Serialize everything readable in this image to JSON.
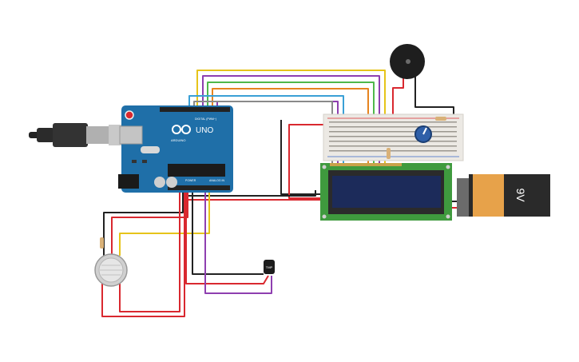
{
  "colors": {
    "background": "#ffffff",
    "arduino_board": "#1f6fa8",
    "breadboard": "#ece9e4",
    "lcd_pcb": "#3f9a3e",
    "lcd_screen": "#1c2b5a",
    "battery_body": "#2a2a2a",
    "battery_label": "#e7a24a",
    "wire_red": "#d9282f",
    "wire_black": "#222222",
    "wire_yellow": "#e6c41a",
    "wire_purple": "#8e3fb0",
    "wire_green": "#4fb84a",
    "wire_orange": "#e6841f",
    "wire_blue": "#3aa0d6",
    "wire_gray": "#8a8a8a"
  },
  "arduino": {
    "logo_text": "UNO",
    "brand": "ARDUINO",
    "digital_label": "DIGITAL (PWM~)",
    "power_label": "POWER",
    "analog_label": "ANALOG IN"
  },
  "battery": {
    "label": "9V"
  },
  "sensor_chip": {
    "label": "TMP"
  }
}
